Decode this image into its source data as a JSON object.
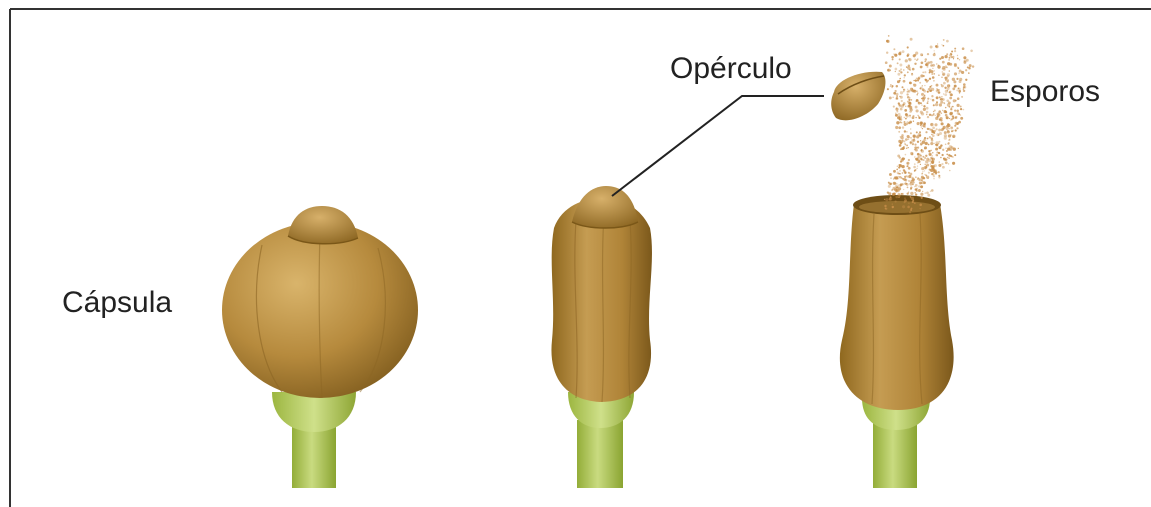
{
  "labels": {
    "capsula": "Cápsula",
    "operculo": "Opérculo",
    "esporos": "Esporos"
  },
  "colors": {
    "capsule_dark": "#8a6420",
    "capsule_mid": "#b58a3c",
    "capsule_light": "#d3ad63",
    "stalk_dark": "#8faa36",
    "stalk_light": "#c4d77a",
    "spores": "#c98f4a",
    "frame": "#333333",
    "text": "#222222"
  },
  "stages": [
    {
      "name": "closed-capsule",
      "description_visible": false
    },
    {
      "name": "elongating-capsule",
      "description_visible": false
    },
    {
      "name": "open-capsule",
      "description_visible": false
    }
  ]
}
